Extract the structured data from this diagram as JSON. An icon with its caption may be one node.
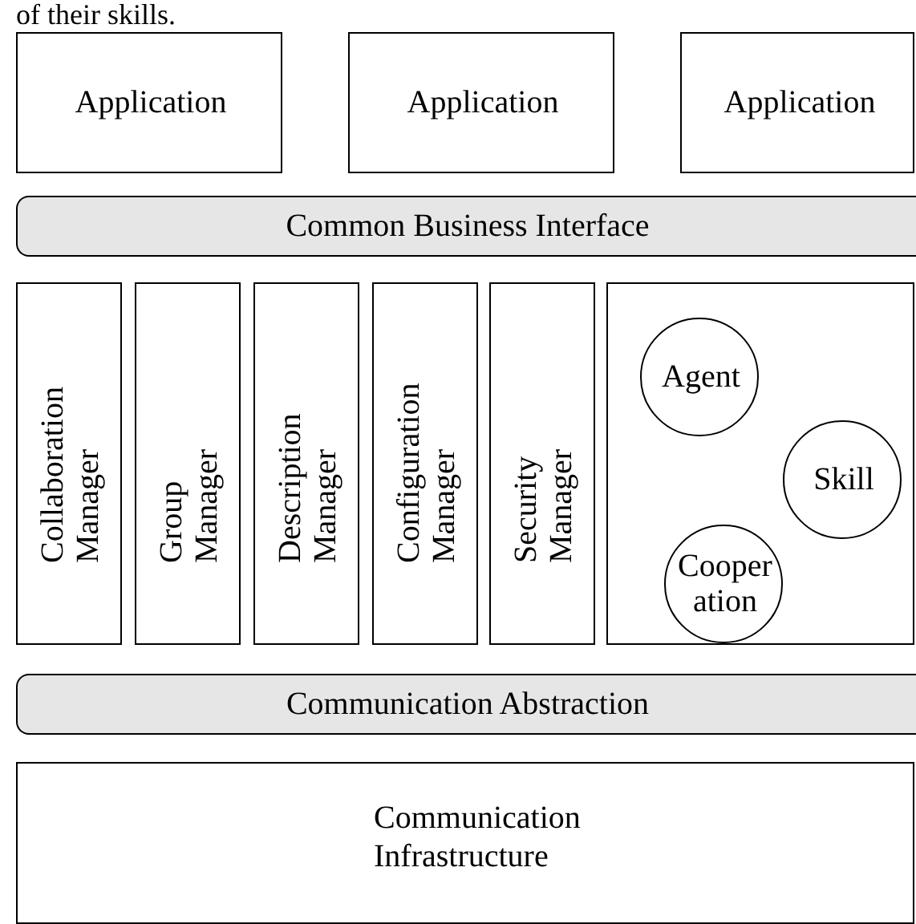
{
  "diagram": {
    "nodes": [
      {
        "text": [
          "Application"
        ]
      },
      {
        "text": [
          "Application"
        ]
      },
      {
        "text": [
          "Application"
        ]
      },
      {
        "text": [
          "Common Business Interface"
        ]
      },
      {
        "text": [
          "Collaboration Manager"
        ]
      },
      {
        "text": [
          "Group Manager"
        ]
      },
      {
        "text": [
          "Description Manager"
        ]
      },
      {
        "text": [
          "Configuration Manager"
        ]
      },
      {
        "text": [
          "Security Manager"
        ]
      },
      {
        "text": [],
        "shape": "box"
      },
      {
        "text": [
          "Agent"
        ],
        "in": 9
      },
      {
        "text": [
          "Skill"
        ],
        "in": 9
      },
      {
        "text": [
          "Cooper ation"
        ],
        "in": 9
      },
      {
        "text": [
          "Communication Abstraction"
        ]
      },
      {
        "text": [
          "Communication Infrastructure"
        ]
      }
    ],
    "labels": [
      "of their skills."
    ]
  }
}
